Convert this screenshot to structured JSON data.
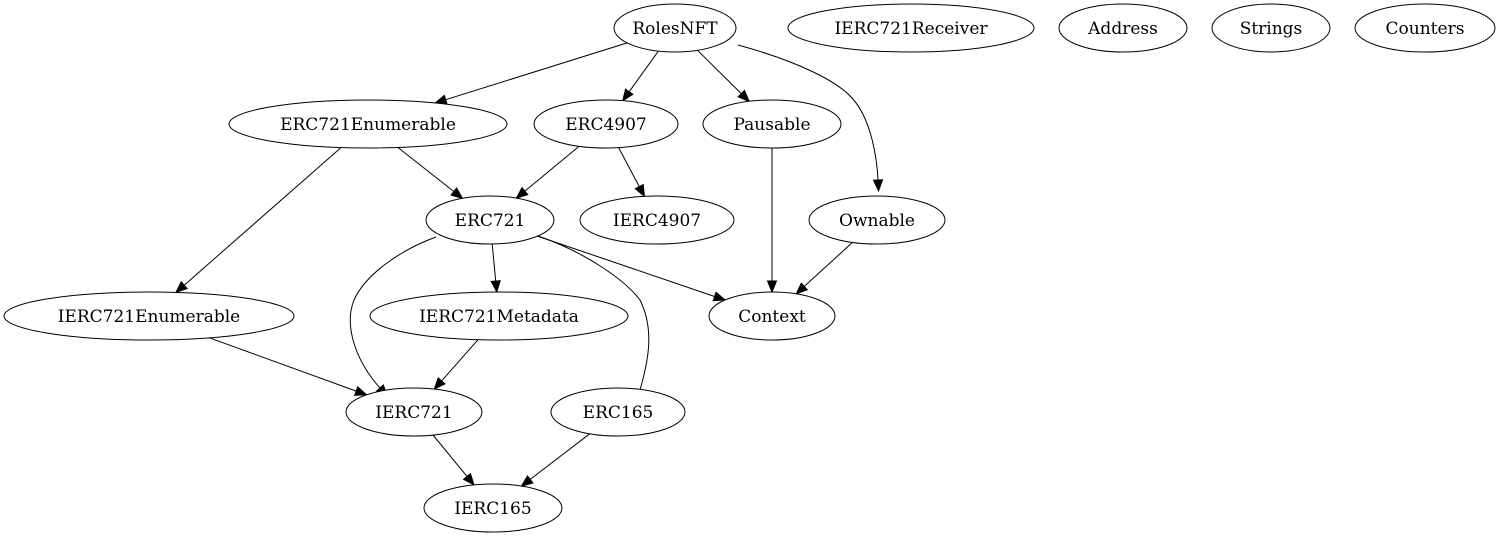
{
  "diagram": {
    "type": "inheritance-graph",
    "nodes": [
      {
        "id": "RolesNFT",
        "label": "RolesNFT"
      },
      {
        "id": "IERC721Receiver",
        "label": "IERC721Receiver"
      },
      {
        "id": "Address",
        "label": "Address"
      },
      {
        "id": "Strings",
        "label": "Strings"
      },
      {
        "id": "Counters",
        "label": "Counters"
      },
      {
        "id": "ERC721Enumerable",
        "label": "ERC721Enumerable"
      },
      {
        "id": "ERC4907",
        "label": "ERC4907"
      },
      {
        "id": "Pausable",
        "label": "Pausable"
      },
      {
        "id": "ERC721",
        "label": "ERC721"
      },
      {
        "id": "IERC4907",
        "label": "IERC4907"
      },
      {
        "id": "Ownable",
        "label": "Ownable"
      },
      {
        "id": "IERC721Enumerable",
        "label": "IERC721Enumerable"
      },
      {
        "id": "IERC721Metadata",
        "label": "IERC721Metadata"
      },
      {
        "id": "Context",
        "label": "Context"
      },
      {
        "id": "IERC721",
        "label": "IERC721"
      },
      {
        "id": "ERC165",
        "label": "ERC165"
      },
      {
        "id": "IERC165",
        "label": "IERC165"
      }
    ],
    "edges": [
      {
        "from": "RolesNFT",
        "to": "ERC721Enumerable"
      },
      {
        "from": "RolesNFT",
        "to": "ERC4907"
      },
      {
        "from": "RolesNFT",
        "to": "Pausable"
      },
      {
        "from": "RolesNFT",
        "to": "Ownable"
      },
      {
        "from": "ERC721Enumerable",
        "to": "ERC721"
      },
      {
        "from": "ERC721Enumerable",
        "to": "IERC721Enumerable"
      },
      {
        "from": "ERC4907",
        "to": "ERC721"
      },
      {
        "from": "ERC4907",
        "to": "IERC4907"
      },
      {
        "from": "Pausable",
        "to": "Context"
      },
      {
        "from": "Ownable",
        "to": "Context"
      },
      {
        "from": "ERC721",
        "to": "IERC721Metadata"
      },
      {
        "from": "ERC721",
        "to": "Context"
      },
      {
        "from": "ERC721",
        "to": "IERC721"
      },
      {
        "from": "ERC721",
        "to": "ERC165"
      },
      {
        "from": "IERC721Enumerable",
        "to": "IERC721"
      },
      {
        "from": "IERC721Metadata",
        "to": "IERC721"
      },
      {
        "from": "IERC721",
        "to": "IERC165"
      },
      {
        "from": "ERC165",
        "to": "IERC165"
      }
    ]
  }
}
